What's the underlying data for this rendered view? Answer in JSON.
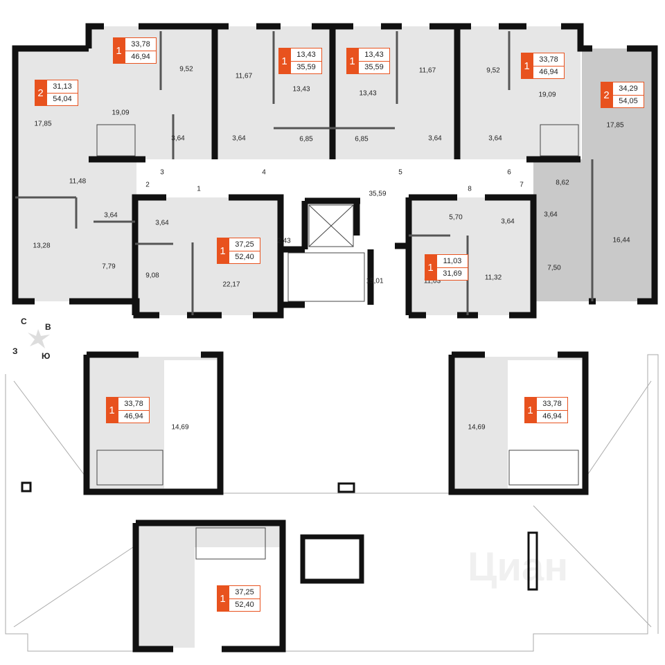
{
  "compass": {
    "north": "С",
    "east": "В",
    "west": "З",
    "south": "Ю"
  },
  "watermark": "Циан",
  "colors": {
    "accent": "#e8521e",
    "wall": "#111111",
    "room": "#e6e6e6",
    "selected_room": "#c9c9c9"
  },
  "room_areas": [
    "17,85",
    "19,09",
    "9,52",
    "3,64",
    "11,67",
    "13,43",
    "3,64",
    "6,85",
    "13,43",
    "11,67",
    "6,85",
    "3,64",
    "9,52",
    "3,64",
    "19,09",
    "17,85",
    "11,48",
    "3,64",
    "13,28",
    "7,79",
    "3,64",
    "9,08",
    "22,17",
    "2,43",
    "35,59",
    "15,01",
    "5,70",
    "3,64",
    "11,03",
    "11,32",
    "8,62",
    "3,64",
    "7,50",
    "16,44",
    "14,69",
    "14,69"
  ],
  "doors": [
    "1",
    "2",
    "3",
    "4",
    "5",
    "6",
    "7",
    "8"
  ],
  "apartments": [
    {
      "rooms": "2",
      "living": "31,13",
      "total": "54,04"
    },
    {
      "rooms": "1",
      "living": "33,78",
      "total": "46,94"
    },
    {
      "rooms": "1",
      "living": "13,43",
      "total": "35,59"
    },
    {
      "rooms": "1",
      "living": "13,43",
      "total": "35,59"
    },
    {
      "rooms": "1",
      "living": "33,78",
      "total": "46,94"
    },
    {
      "rooms": "2",
      "living": "34,29",
      "total": "54,05"
    },
    {
      "rooms": "1",
      "living": "37,25",
      "total": "52,40"
    },
    {
      "rooms": "1",
      "living": "11,03",
      "total": "31,69"
    },
    {
      "rooms": "1",
      "living": "33,78",
      "total": "46,94"
    },
    {
      "rooms": "1",
      "living": "33,78",
      "total": "46,94"
    },
    {
      "rooms": "1",
      "living": "37,25",
      "total": "52,40"
    }
  ]
}
